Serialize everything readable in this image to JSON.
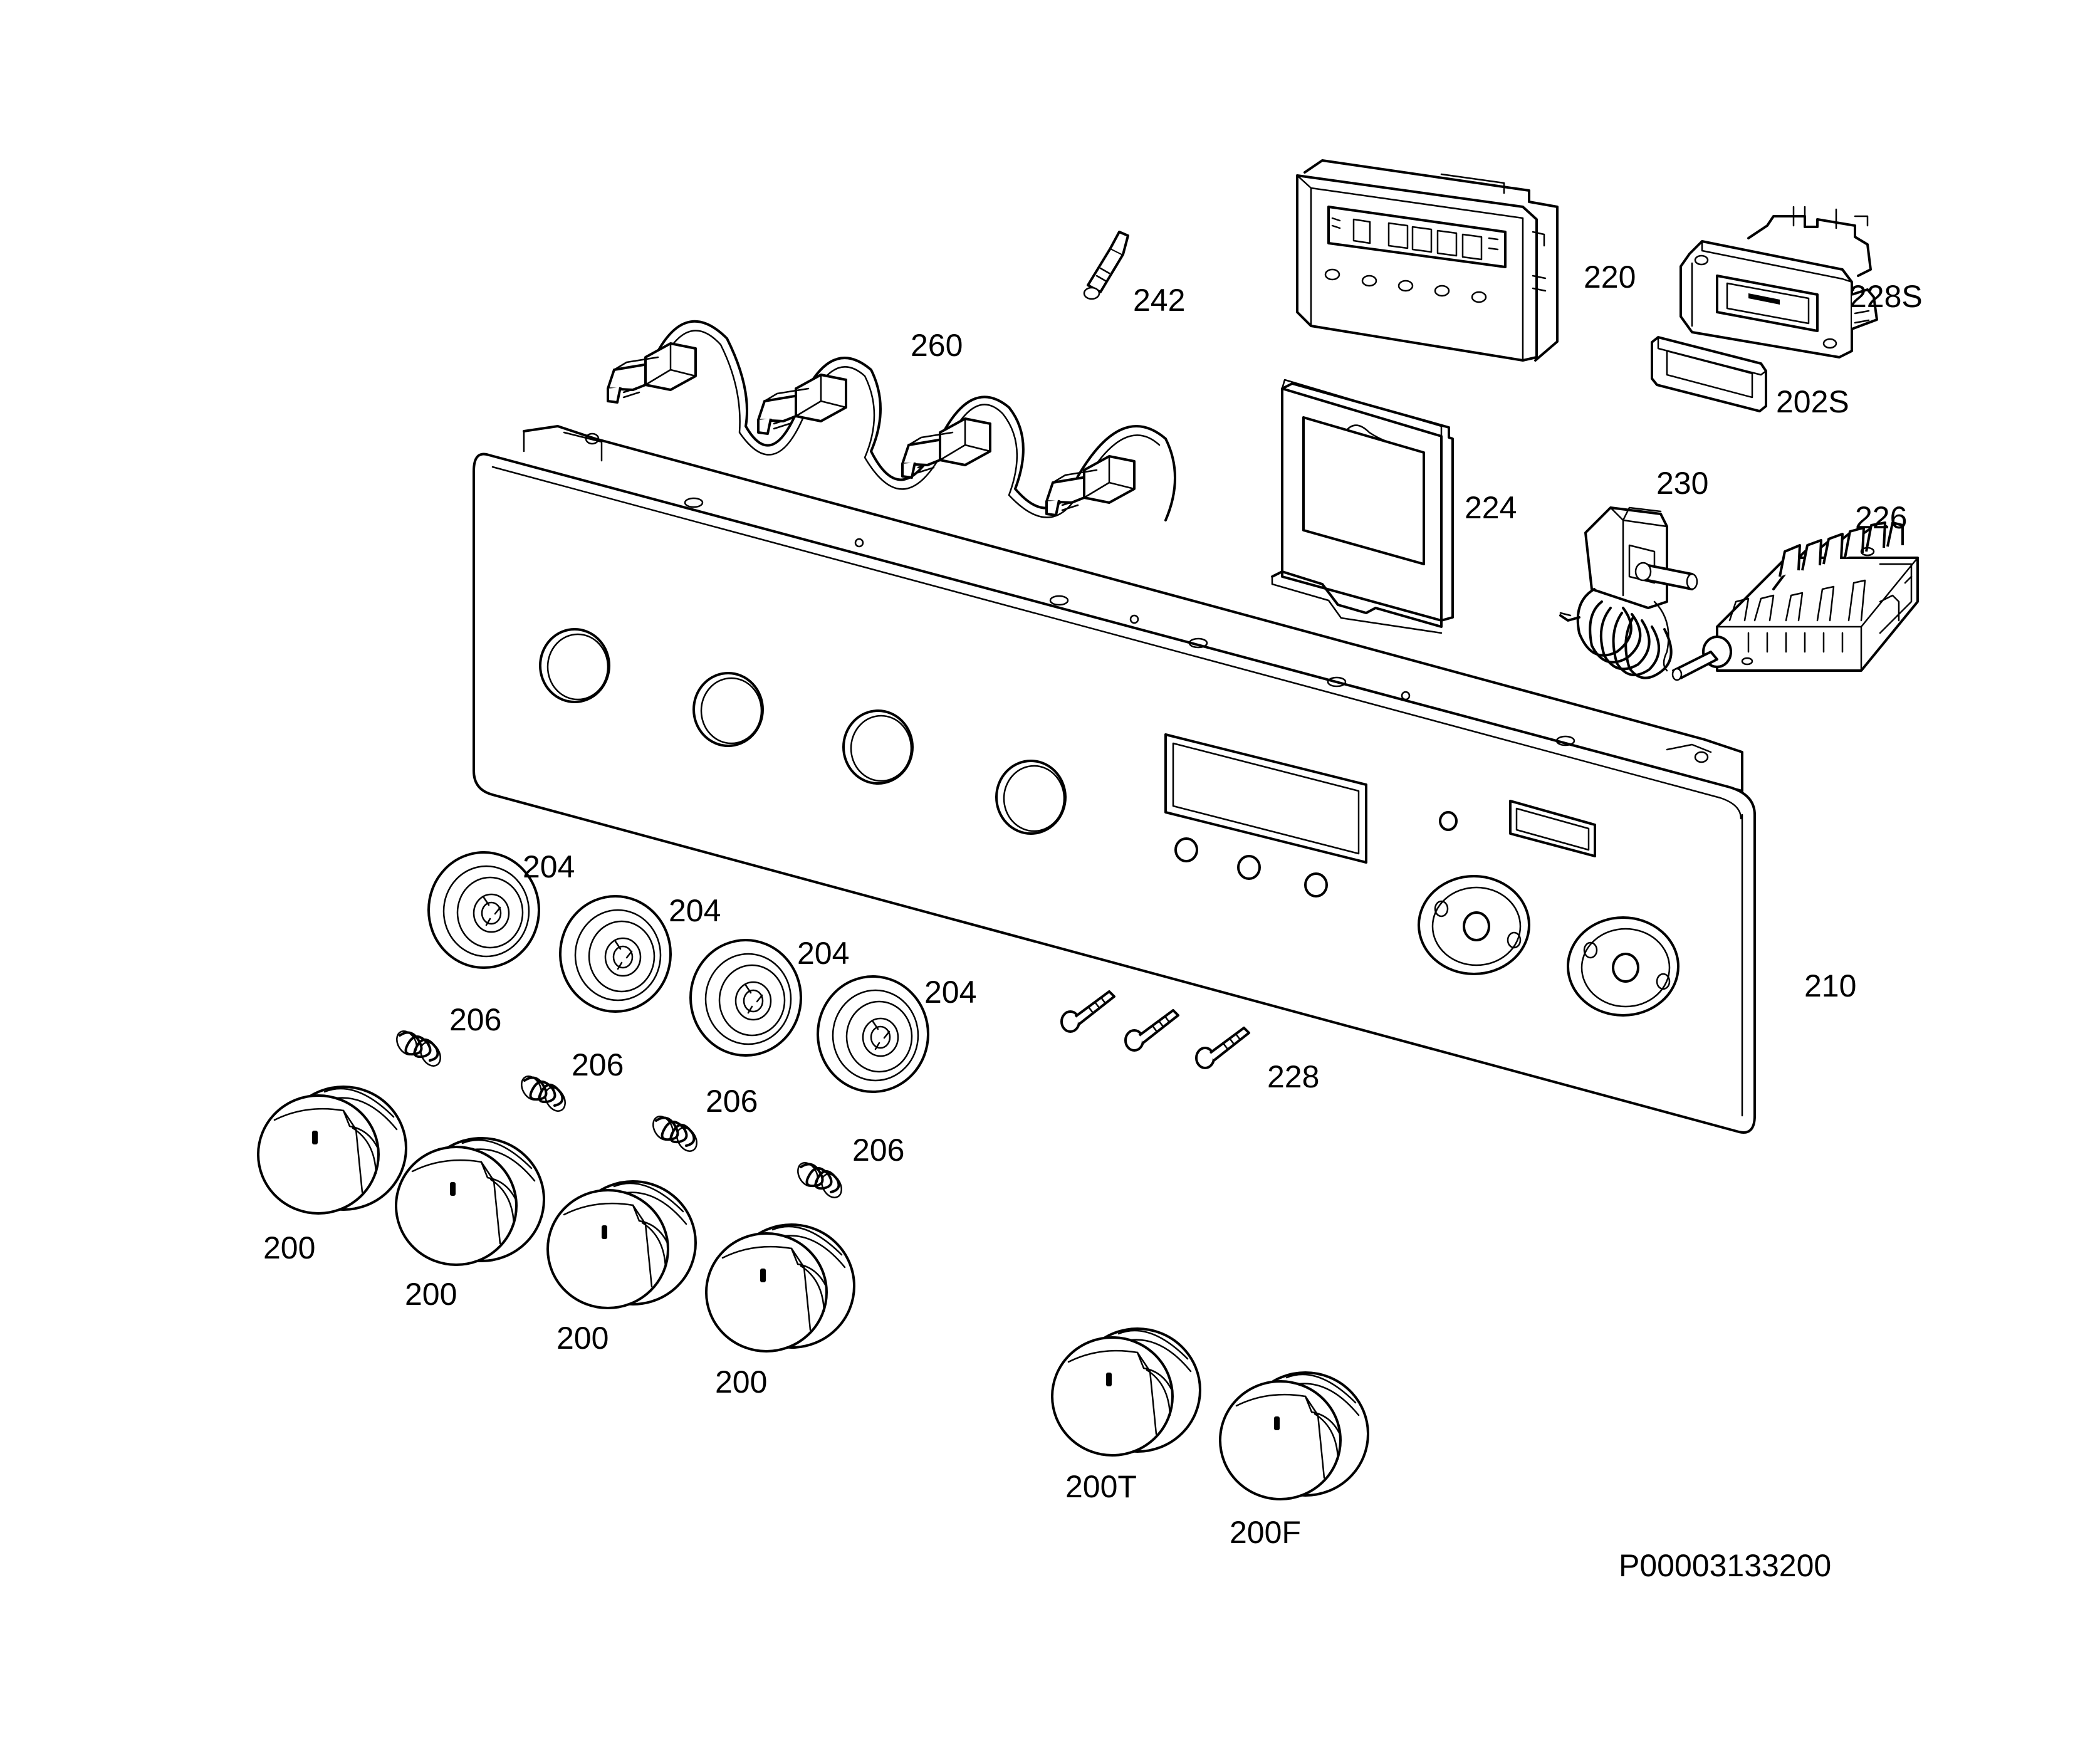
{
  "parts": {
    "knob_200": "200",
    "knob_200T": "200T",
    "knob_200F": "200F",
    "seal_202S": "202S",
    "ring_204": "204",
    "spring_206": "206",
    "panel_210": "210",
    "timer_220": "220",
    "frame_224": "224",
    "switch_226": "226",
    "screw_228": "228",
    "switch_228S": "228S",
    "thermostat_230": "230",
    "lamp_242": "242",
    "wiring_260": "260"
  },
  "drawing_number": "P00003133200"
}
